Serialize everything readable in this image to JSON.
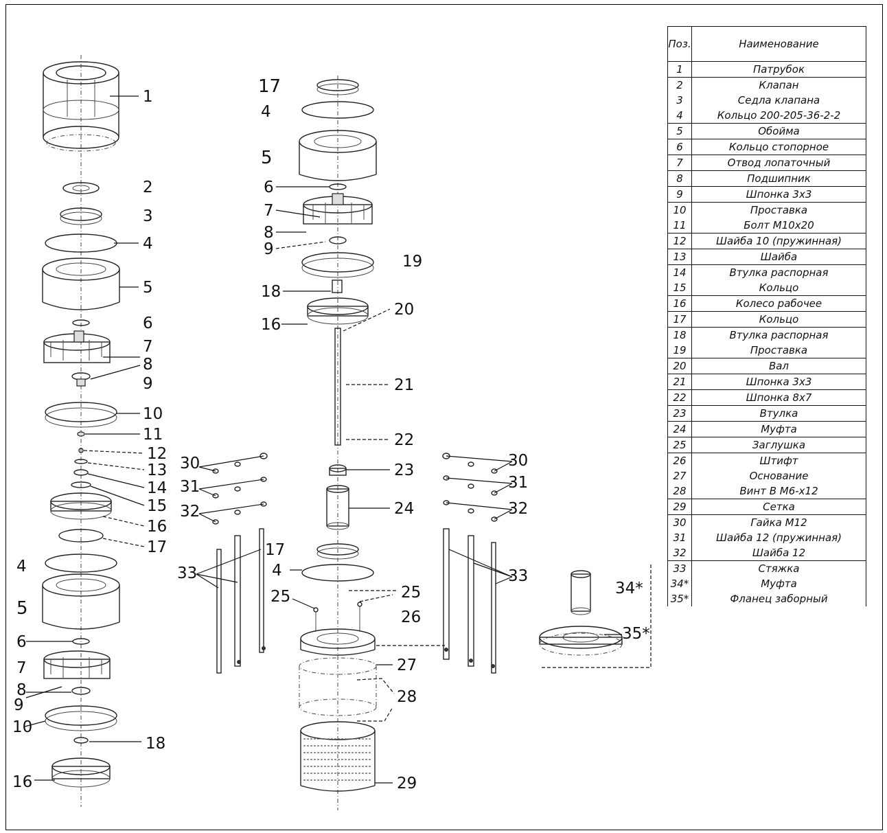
{
  "table": {
    "header": {
      "pos": "Поз.",
      "name": "Наименование"
    },
    "rows": [
      {
        "pos": "1",
        "name": "Патрубок"
      },
      {
        "pos": "2",
        "name": "Клапан"
      },
      {
        "pos": "3",
        "name": "Седла клапана"
      },
      {
        "pos": "4",
        "name": "Кольцо 200-205-36-2-2"
      },
      {
        "pos": "5",
        "name": "Обойма"
      },
      {
        "pos": "6",
        "name": "Кольцо стопорное"
      },
      {
        "pos": "7",
        "name": "Отвод лопаточный"
      },
      {
        "pos": "8",
        "name": "Подшипник"
      },
      {
        "pos": "9",
        "name": "Шпонка 3х3"
      },
      {
        "pos": "10",
        "name": "Проставка"
      },
      {
        "pos": "11",
        "name": "Болт М10х20"
      },
      {
        "pos": "12",
        "name": "Шайба 10 (пружинная)"
      },
      {
        "pos": "13",
        "name": "Шайба"
      },
      {
        "pos": "14",
        "name": "Втулка распорная"
      },
      {
        "pos": "15",
        "name": "Кольцо"
      },
      {
        "pos": "16",
        "name": "Колесо рабочее"
      },
      {
        "pos": "17",
        "name": "Кольцо"
      },
      {
        "pos": "18",
        "name": "Втулка распорная"
      },
      {
        "pos": "19",
        "name": "Проставка"
      },
      {
        "pos": "20",
        "name": "Вал"
      },
      {
        "pos": "21",
        "name": "Шпонка 3х3"
      },
      {
        "pos": "22",
        "name": "Шпонка 8х7"
      },
      {
        "pos": "23",
        "name": "Втулка"
      },
      {
        "pos": "24",
        "name": "Муфта"
      },
      {
        "pos": "25",
        "name": "Заглушка"
      },
      {
        "pos": "26",
        "name": "Штифт"
      },
      {
        "pos": "27",
        "name": "Основание"
      },
      {
        "pos": "28",
        "name": "Винт В М6-х12"
      },
      {
        "pos": "29",
        "name": "Сетка"
      },
      {
        "pos": "30",
        "name": "Гайка М12"
      },
      {
        "pos": "31",
        "name": "Шайба 12 (пружинная)"
      },
      {
        "pos": "32",
        "name": "Шайба 12"
      },
      {
        "pos": "33",
        "name": "Стяжка"
      },
      {
        "pos": "34*",
        "name": "Муфта"
      },
      {
        "pos": "35*",
        "name": "Фланец заборный"
      }
    ]
  },
  "callouts": {
    "c1": "1",
    "c2": "2",
    "c3": "3",
    "c4": "4",
    "c5": "5",
    "c6": "6",
    "c7": "7",
    "c8": "8",
    "c9": "9",
    "c10": "10",
    "c11": "11",
    "c12": "12",
    "c13": "13",
    "c14": "14",
    "c15": "15",
    "c16": "16",
    "c17": "17",
    "c18": "18",
    "c19": "19",
    "c20": "20",
    "c21": "21",
    "c22": "22",
    "c23": "23",
    "c24": "24",
    "c25": "25",
    "c26": "26",
    "c27": "27",
    "c28": "28",
    "c29": "29",
    "c30": "30",
    "c31": "31",
    "c32": "32",
    "c33": "33",
    "c34": "34*",
    "c35": "35*"
  }
}
